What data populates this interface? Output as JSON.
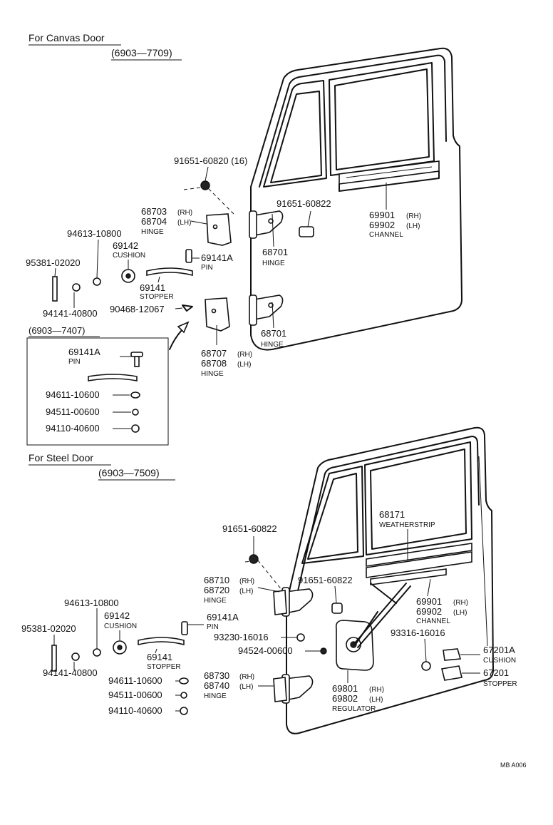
{
  "sections": {
    "canvas_title": "For Canvas Door",
    "canvas_range": "(6903—7709)",
    "inset_range": "(6903—7407)",
    "steel_title": "For Steel Door",
    "steel_range": "(6903—7509)"
  },
  "canvas": {
    "p_91651_60820": "91651-60820 (16)",
    "p_68703": "68703",
    "p_68704": "68704",
    "p_91651_60822": "91651-60822",
    "p_69901": "69901",
    "p_69902": "69902",
    "p_94613": "94613-10800",
    "p_69142": "69142",
    "p_69141A": "69141A",
    "p_95381": "95381-02020",
    "p_68701_upper": "68701",
    "p_69141": "69141",
    "p_94141": "94141-40800",
    "p_90468": "90468-12067",
    "p_68701_lower": "68701",
    "p_68707": "68707",
    "p_68708": "68708"
  },
  "inset": {
    "p_69141A": "69141A",
    "p_94611": "94611-10600",
    "p_94511": "94511-00600",
    "p_94110": "94110-40600"
  },
  "steel": {
    "p_68171": "68171",
    "p_91651_a": "91651-60822",
    "p_68710": "68710",
    "p_68720": "68720",
    "p_91651_b": "91651-60822",
    "p_69901": "69901",
    "p_69902": "69902",
    "p_94613": "94613-10800",
    "p_69142": "69142",
    "p_69141A": "69141A",
    "p_95381": "95381-02020",
    "p_93316": "93316-16016",
    "p_93230": "93230-16016",
    "p_67201A": "67201A",
    "p_94524": "94524-00600",
    "p_69141": "69141",
    "p_94141": "94141-40800",
    "p_68730": "68730",
    "p_68740": "68740",
    "p_94611": "94611-10600",
    "p_69801": "69801",
    "p_69802": "69802",
    "p_67201": "67201",
    "p_94511": "94511-00600",
    "p_94110": "94110-40600"
  },
  "words": {
    "hinge": "HINGE",
    "channel": "CHANNEL",
    "cushion": "CUSHION",
    "pin": "PIN",
    "stopper": "STOPPER",
    "weatherstrip": "WEATHERSTRIP",
    "regulator": "REGULATOR",
    "rh": "(RH)",
    "lh": "(LH)"
  },
  "footer": {
    "ref_code": "MB A006"
  }
}
